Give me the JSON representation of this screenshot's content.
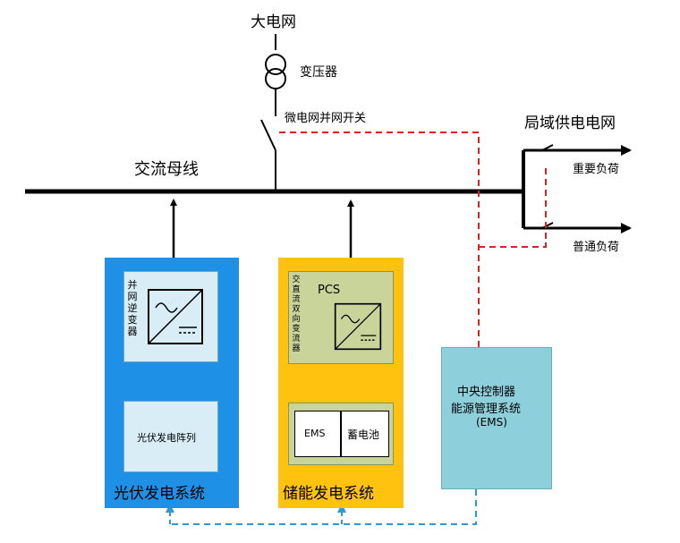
{
  "grid": {
    "title": "大电网",
    "transformer": "变压器",
    "switch": "微电网并网开关"
  },
  "bus": {
    "label": "交流母线"
  },
  "local_grid": {
    "title": "局域供电电网",
    "loads": [
      "重要负荷",
      "普通负荷"
    ]
  },
  "pv_system": {
    "title": "光伏发电系统",
    "inverter": "并网逆变器",
    "array": "光伏发电阵列"
  },
  "storage_system": {
    "title": "储能发电系统",
    "pcs_label": "PCS",
    "pcs_desc": "交直流双向变流器",
    "ems": "EMS",
    "battery": "蓄电池"
  },
  "controller": {
    "line1": "中央控制器",
    "line2": "能源管理系统",
    "line3": "(EMS)"
  },
  "colors": {
    "pv_outer": "#1E90E6",
    "pv_inner": "#D9EDF7",
    "storage_outer": "#FFC20E",
    "storage_inner": "#C8D49A",
    "controller": "#8ECFDC",
    "control_line_red": "#E02020",
    "comm_line_blue": "#2A9BD6"
  }
}
